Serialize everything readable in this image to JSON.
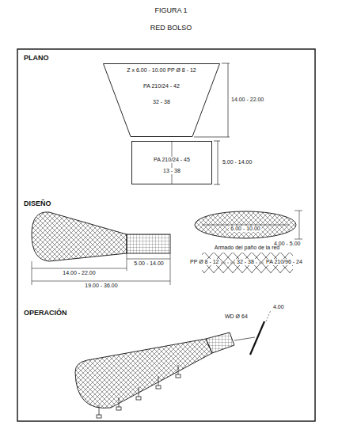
{
  "diagram": {
    "title": "FIGURA 1",
    "nodes": [
      {
        "text": [
          "Z x 6.00 - 10.00 PP Ø 8 - 12",
          "PA 210/24 - 42",
          "32 - 38"
        ]
      },
      {
        "text": [
          "PA 210/24 - 45",
          "13 - 38"
        ]
      },
      {
        "text": [
          "6.00 - 10.00"
        ]
      }
    ],
    "edges": [],
    "labels": [
      "RED BOLSO",
      "PLANO",
      "14.00 - 22.00",
      "5.00 - 14.00",
      "DISEÑO",
      "14.00 - 22.00",
      "5.00 - 14.00",
      "19.00 - 36.00",
      "4.00 - 5.00",
      "Armado del paño de la red",
      "PP Ø 8 - 12",
      "32 - 38",
      "PA 210/96 - 24",
      "OPERACIÓN",
      "WD Ø 64",
      "4.00"
    ]
  }
}
